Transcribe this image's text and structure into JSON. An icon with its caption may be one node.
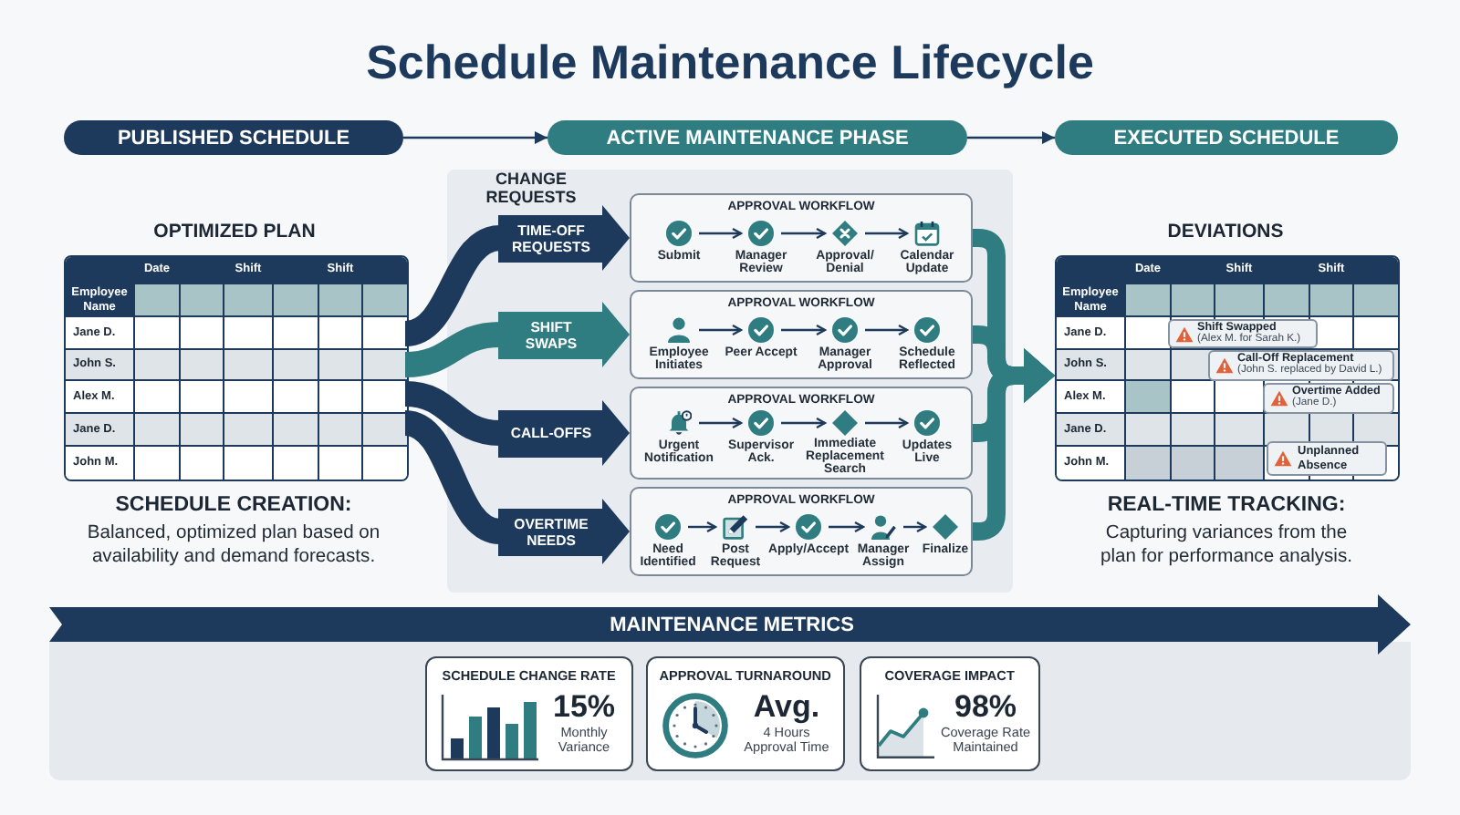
{
  "diagram": {
    "title": "Schedule Maintenance Lifecycle",
    "nodes": [
      {
        "text": [
          "PUBLISHED SCHEDULE"
        ]
      },
      {
        "text": [
          "ACTIVE MAINTENANCE PHASE"
        ]
      },
      {
        "text": [
          "EXECUTED SCHEDULE"
        ]
      },
      {
        "text": [
          "OPTIMIZED PLAN",
          "Date",
          "Shift",
          "Shift",
          "Employee Name",
          "Jane D.",
          "John S.",
          "Alex M.",
          "Jane D.",
          "John M."
        ],
        "beside": [
          "SCHEDULE CREATION:",
          "Balanced, optimized plan based on availability and demand forecasts."
        ]
      },
      {
        "text": [
          "CHANGE REQUESTS"
        ]
      },
      {
        "text": [
          "APPROVAL WORKFLOW"
        ],
        "in": 4
      },
      {
        "text": [],
        "shape": "circle",
        "in": 5,
        "beside": [
          "Submit"
        ]
      },
      {
        "text": [],
        "shape": "circle",
        "in": 5,
        "beside": [
          "Manager Review"
        ]
      },
      {
        "text": [],
        "shape": "diamond",
        "in": 5,
        "beside": [
          "Approval/ Denial"
        ]
      },
      {
        "text": [],
        "shape": "picture",
        "in": 5,
        "beside": [
          "Calendar Update"
        ]
      },
      {
        "text": [
          "APPROVAL WORKFLOW"
        ],
        "in": 4
      },
      {
        "text": [],
        "shape": "person",
        "in": 10,
        "beside": [
          "Employee Initiates"
        ]
      },
      {
        "text": [],
        "shape": "circle",
        "in": 10,
        "beside": [
          "Peer Accept"
        ]
      },
      {
        "text": [],
        "shape": "circle",
        "in": 10,
        "beside": [
          "Manager Approval"
        ]
      },
      {
        "text": [],
        "shape": "circle",
        "in": 10,
        "beside": [
          "Schedule Reflected"
        ]
      },
      {
        "text": [
          "APPROVAL WORKFLOW"
        ],
        "in": 4
      },
      {
        "text": [],
        "shape": "picture",
        "in": 15,
        "beside": [
          "Urgent Notification"
        ]
      },
      {
        "text": [],
        "shape": "circle",
        "in": 15,
        "beside": [
          "Supervisor Ack."
        ]
      },
      {
        "text": [],
        "shape": "diamond",
        "in": 15,
        "beside": [
          "Immediate Replacement Search"
        ]
      },
      {
        "text": [],
        "shape": "circle",
        "in": 15,
        "beside": [
          "Updates Live"
        ]
      },
      {
        "text": [
          "APPROVAL WORKFLOW"
        ],
        "in": 4
      },
      {
        "text": [],
        "shape": "circle",
        "in": 20,
        "beside": [
          "Need Identified"
        ]
      },
      {
        "text": [],
        "shape": "picture",
        "in": 20,
        "beside": [
          "Post Request"
        ]
      },
      {
        "text": [],
        "shape": "circle",
        "in": 20,
        "beside": [
          "Apply/Accept"
        ]
      },
      {
        "text": [],
        "shape": "person",
        "in": 20,
        "beside": [
          "Manager Assign"
        ]
      },
      {
        "text": [],
        "shape": "diamond",
        "in": 20,
        "beside": [
          "Finalize"
        ]
      },
      {
        "text": [
          "DEVIATIONS",
          "Date",
          "Shift",
          "Shift",
          "Employee Name",
          "Jane D.",
          "John S.",
          "Alex M.",
          "Jane D.",
          "John M."
        ],
        "beside": [
          "REAL-TIME TRACKING:",
          "Capturing variances from the plan for performance analysis."
        ]
      },
      {
        "text": [
          "Shift Swapped",
          "(Alex M. for Sarah K.)"
        ],
        "in": 26
      },
      {
        "text": [
          "Call-Off Replacement",
          "(John S. replaced by David L.)"
        ],
        "in": 26
      },
      {
        "text": [
          "Overtime Added",
          "(Jane D.)"
        ],
        "in": 26
      },
      {
        "text": [
          "Unplanned Absence"
        ],
        "in": 26
      },
      {
        "text": [
          "MAINTENANCE METRICS"
        ]
      },
      {
        "text": [
          "SCHEDULE CHANGE RATE",
          "15%",
          "Monthly Variance"
        ],
        "in": 31
      },
      {
        "text": [
          "APPROVAL TURNAROUND",
          "Avg.",
          "4 Hours Approval Time"
        ],
        "in": 31
      },
      {
        "text": [
          "COVERAGE IMPACT",
          "98%",
          "Coverage Rate Maintained"
        ],
        "in": 31
      }
    ],
    "edges": [
      {
        "from": 0,
        "to": 1,
        "arrow": "to"
      },
      {
        "from": 1,
        "to": 2,
        "arrow": "to"
      },
      {
        "from": 3,
        "to": 5,
        "arrow": "to",
        "style": "thick",
        "label": "TIME-OFF REQUESTS"
      },
      {
        "from": 3,
        "to": 10,
        "arrow": "to",
        "style": "thick",
        "color": "#2f7d80",
        "label": "SHIFT SWAPS"
      },
      {
        "from": 3,
        "to": 15,
        "arrow": "to",
        "style": "thick",
        "label": "CALL-OFFS"
      },
      {
        "from": 3,
        "to": 20,
        "arrow": "to",
        "style": "thick",
        "label": "OVERTIME NEEDS"
      },
      {
        "from": 6,
        "to": 7,
        "arrow": "to"
      },
      {
        "from": 7,
        "to": 8,
        "arrow": "to"
      },
      {
        "from": 8,
        "to": 9,
        "arrow": "to"
      },
      {
        "from": 11,
        "to": 12,
        "arrow": "to"
      },
      {
        "from": 12,
        "to": 13,
        "arrow": "to"
      },
      {
        "from": 13,
        "to": 14,
        "arrow": "to"
      },
      {
        "from": 16,
        "to": 17,
        "arrow": "to"
      },
      {
        "from": 17,
        "to": 18,
        "arrow": "to"
      },
      {
        "from": 18,
        "to": 19,
        "arrow": "to"
      },
      {
        "from": 21,
        "to": 22,
        "arrow": "to"
      },
      {
        "from": 22,
        "to": 23,
        "arrow": "to"
      },
      {
        "from": 23,
        "to": 24,
        "arrow": "to"
      },
      {
        "from": 24,
        "to": 25,
        "arrow": "to"
      },
      {
        "from": 5,
        "to": 26,
        "arrow": "to",
        "style": "thick",
        "color": "#2f7d80"
      },
      {
        "from": 10,
        "to": 26,
        "arrow": "to",
        "style": "thick",
        "color": "#2f7d80"
      },
      {
        "from": 15,
        "to": 26,
        "arrow": "to",
        "style": "thick",
        "color": "#2f7d80"
      },
      {
        "from": 20,
        "to": 26,
        "arrow": "to",
        "style": "thick",
        "color": "#2f7d80"
      }
    ]
  }
}
